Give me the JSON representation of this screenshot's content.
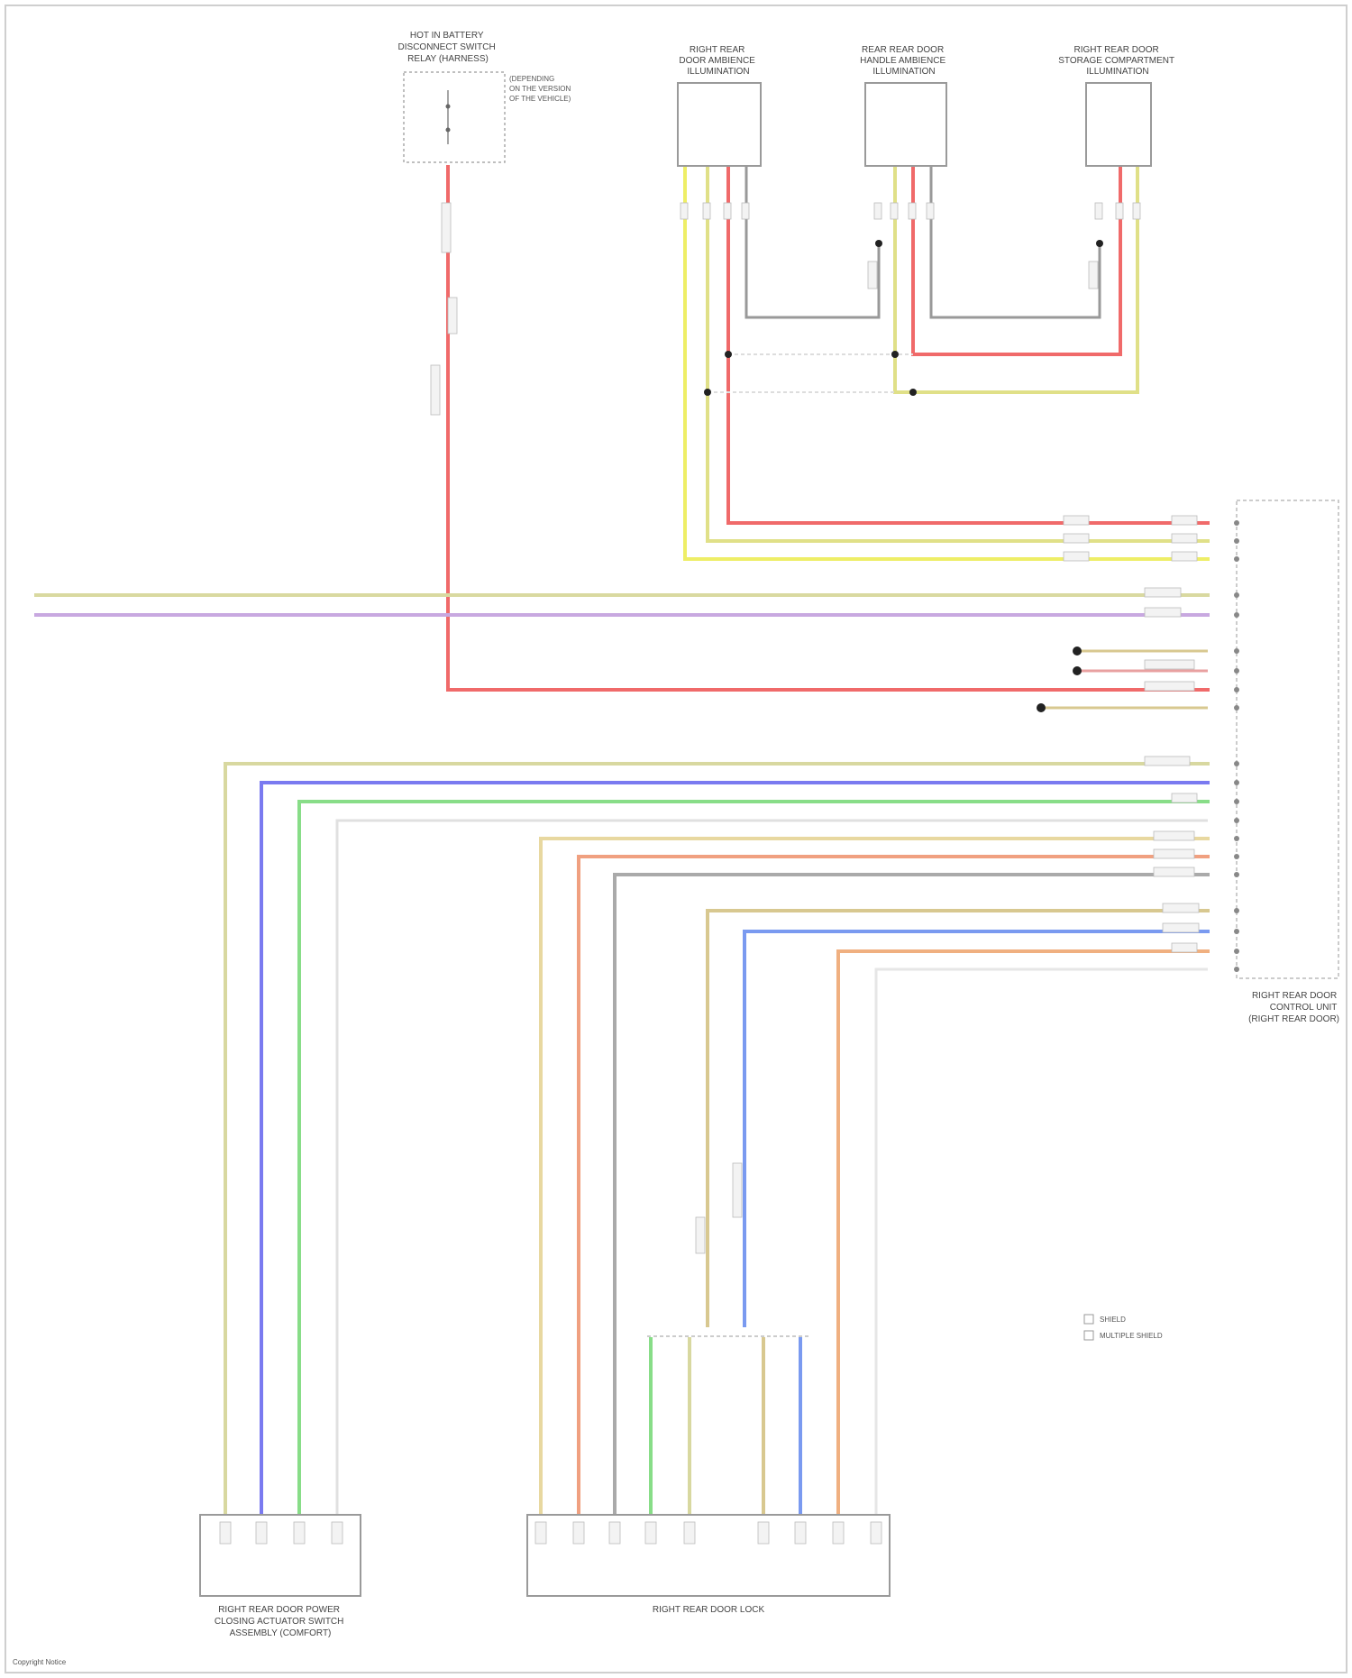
{
  "diagram": {
    "components": {
      "fuse_block": {
        "title": [
          "HOT IN BATTERY",
          "DISCONNECT SWITCH",
          "RELAY (HARNESS)"
        ],
        "note": [
          "(DEPENDING",
          "ON THE VERSION",
          "OF THE VEHICLE)"
        ]
      },
      "lamp1": {
        "title": [
          "RIGHT REAR",
          "DOOR AMBIENCE",
          "ILLUMINATION"
        ]
      },
      "lamp2": {
        "title": [
          "REAR REAR DOOR",
          "HANDLE AMBIENCE",
          "ILLUMINATION"
        ]
      },
      "lamp3": {
        "title": [
          "RIGHT REAR DOOR",
          "STORAGE COMPARTMENT",
          "ILLUMINATION"
        ]
      },
      "control_unit": {
        "title": [
          "RIGHT REAR DOOR",
          "CONTROL UNIT",
          "(RIGHT REAR DOOR)"
        ]
      },
      "comfort_switch": {
        "title": [
          "RIGHT REAR DOOR POWER",
          "CLOSING ACTUATOR SWITCH",
          "ASSEMBLY (COMFORT)"
        ]
      },
      "door_lock": {
        "title": [
          "RIGHT REAR DOOR LOCK"
        ]
      }
    },
    "legend": {
      "items": [
        "SHIELD",
        "MULTIPLE SHIELD"
      ]
    },
    "footer": "Copyright Notice"
  }
}
